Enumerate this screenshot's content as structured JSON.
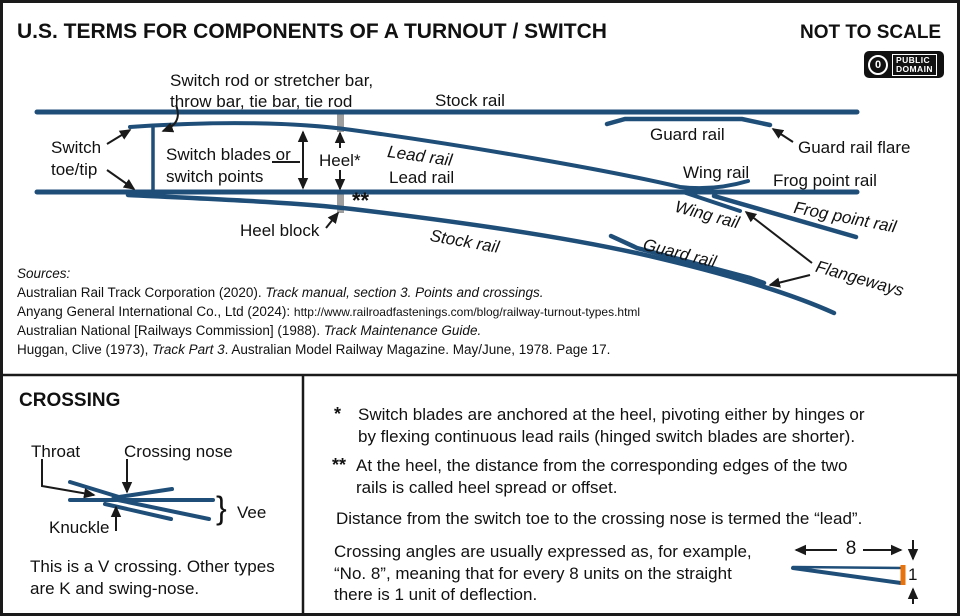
{
  "header": {
    "title": "U.S. TERMS FOR COMPONENTS OF A TURNOUT / SWITCH",
    "scale_note": "NOT TO SCALE",
    "badge": {
      "symbol": "0",
      "line1": "PUBLIC",
      "line2": "DOMAIN"
    }
  },
  "diagram": {
    "switch_rod_label": "Switch rod or stretcher bar,\nthrow bar, tie bar, tie rod",
    "stock_rail_top": "Stock rail",
    "switch_toe": "Switch\ntoe/tip",
    "switch_blades": "Switch blades or\nswitch points",
    "heel": "Heel*",
    "lead_rail_diverging": "Lead rail",
    "lead_rail_straight": "Lead rail",
    "heel_block": "Heel block",
    "heel_spread_mark": "**",
    "stock_rail_diverging": "Stock rail",
    "guard_rail_main": "Guard rail",
    "guard_rail_flare": "Guard rail flare",
    "wing_rail_main": "Wing rail",
    "frog_point_rail_main": "Frog point rail",
    "wing_rail_diverging": "Wing rail",
    "frog_point_rail_diverging": "Frog point rail",
    "guard_rail_diverging": "Guard rail",
    "flangeways": "Flangeways"
  },
  "sources": {
    "heading": "Sources:",
    "ref1": {
      "plain": "Australian Rail Track Corporation (2020). ",
      "italic": "Track manual, section 3. Points and crossings."
    },
    "ref2": {
      "plain": "Anyang General International Co., Ltd (2024): ",
      "url": "http://www.railroadfastenings.com/blog/railway-turnout-types.html"
    },
    "ref3": {
      "plain": "Australian National [Railways Commission] (1988). ",
      "italic": "Track Maintenance Guide."
    },
    "ref4": {
      "pre": "Huggan, Clive (1973), ",
      "italic": "Track Part 3",
      "post": ". Australian Model Railway Magazine. May/June, 1978. Page 17."
    }
  },
  "crossing": {
    "heading": "CROSSING",
    "throat": "Throat",
    "nose": "Crossing nose",
    "knuckle": "Knuckle",
    "vee_brace": "}",
    "vee": "Vee",
    "caption": "This is a V crossing. Other types\nare K and swing-nose."
  },
  "notes": {
    "note1": {
      "marker": "*",
      "text": "Switch blades are anchored at the heel, pivoting either by hinges or\nby flexing continuous lead rails (hinged switch blades are shorter)."
    },
    "note2": {
      "marker": "**",
      "text": "At the heel, the distance from the corresponding edges of the two\nrails is called heel spread or offset."
    },
    "lead_note": "Distance from the switch toe to the crossing nose is termed the “lead”.",
    "angle_note": "Crossing angles are usually expressed as, for example,\n“No. 8”, meaning that for every 8 units on the straight\nthere is 1 unit of deflection.",
    "ratio": {
      "straight": "8",
      "deflection": "1"
    }
  },
  "colors": {
    "rail": "#1f4e79",
    "heel_block": "#9e9e9e",
    "offset_bar": "#e8720c",
    "ink": "#1a1a1a"
  }
}
